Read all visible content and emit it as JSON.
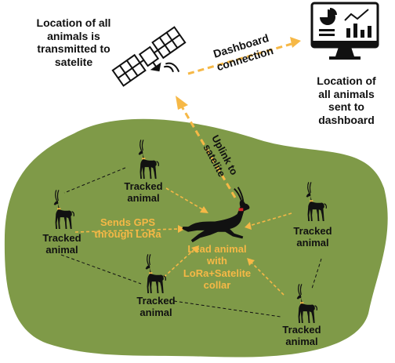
{
  "colors": {
    "field": "#7f9a48",
    "accent": "#f6b846",
    "animal": "#111111",
    "collar_lead": "#d62828",
    "collar_tracked": "#f6b846"
  },
  "icons": {
    "satellite": "satellite-icon",
    "dashboard": "dashboard-monitor-icon",
    "animal": "antelope-icon"
  },
  "labels": {
    "satellite_caption": [
      "Location of all",
      "animals is",
      "transmitted to",
      "satelite"
    ],
    "dashboard_connection": [
      "Dashboard",
      "connection"
    ],
    "dashboard_caption": [
      "Location of",
      "all animals",
      "sent to",
      "dashboard"
    ],
    "uplink": [
      "Uplink to",
      "satelite"
    ],
    "sends_gps": [
      "Sends GPS",
      "through LoRa"
    ],
    "lead_animal": [
      "Lead animal",
      "with",
      "LoRa+Satelite",
      "collar"
    ],
    "tracked": "Tracked",
    "animal": "animal"
  },
  "tracked_animals": [
    {
      "id": "top"
    },
    {
      "id": "left"
    },
    {
      "id": "right"
    },
    {
      "id": "bottom-left"
    },
    {
      "id": "bottom-right"
    }
  ]
}
